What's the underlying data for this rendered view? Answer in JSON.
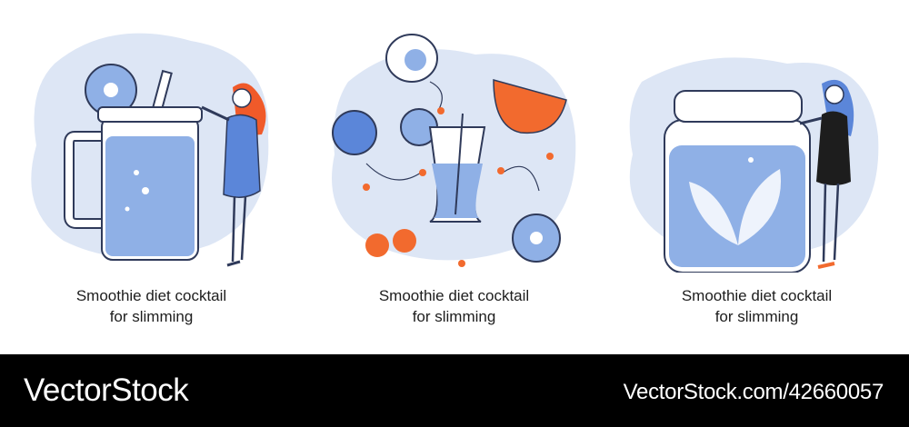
{
  "panels": [
    {
      "caption_line1": "Smoothie diet cocktail",
      "caption_line2": "for slimming"
    },
    {
      "caption_line1": "Smoothie diet cocktail",
      "caption_line2": "for slimming"
    },
    {
      "caption_line1": "Smoothie diet cocktail",
      "caption_line2": "for slimming"
    }
  ],
  "footer": {
    "brand": "VectorStock",
    "image_id": "VectorStock.com/42660057"
  },
  "colors": {
    "blob": "#dde6f5",
    "liquid": "#8fb0e6",
    "accent_blue": "#5b86d9",
    "outline": "#2f3a5a",
    "orange": "#f26a2e",
    "hair": "#f05a2a",
    "footer_bg": "#000000"
  }
}
